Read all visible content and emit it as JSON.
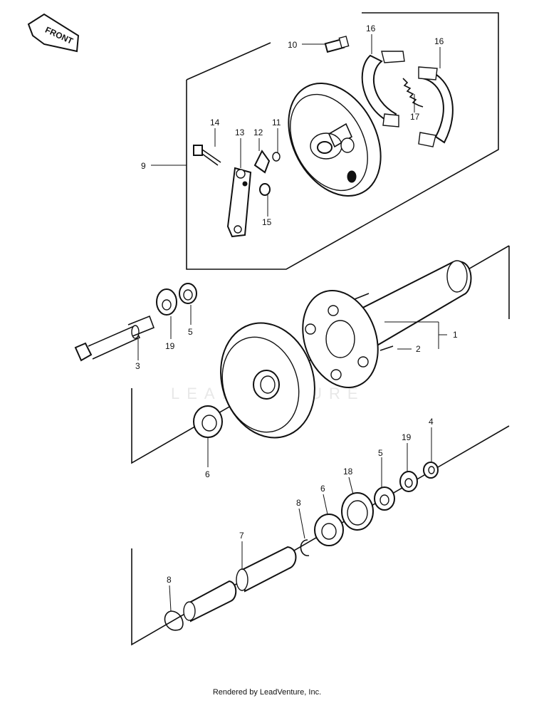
{
  "front_label": "FRONT",
  "watermark_text": "LEADVENTURE",
  "footer_text": "Rendered by LeadVenture, Inc.",
  "callouts": {
    "c1": "1",
    "c2": "2",
    "c3": "3",
    "c4": "4",
    "c5a": "5",
    "c5b": "5",
    "c6a": "6",
    "c6b": "6",
    "c7": "7",
    "c8a": "8",
    "c8b": "8",
    "c9": "9",
    "c10": "10",
    "c11": "11",
    "c12": "12",
    "c13": "13",
    "c14": "14",
    "c15": "15",
    "c16a": "16",
    "c16b": "16",
    "c17": "17",
    "c18": "18",
    "c19a": "19",
    "c19b": "19"
  }
}
